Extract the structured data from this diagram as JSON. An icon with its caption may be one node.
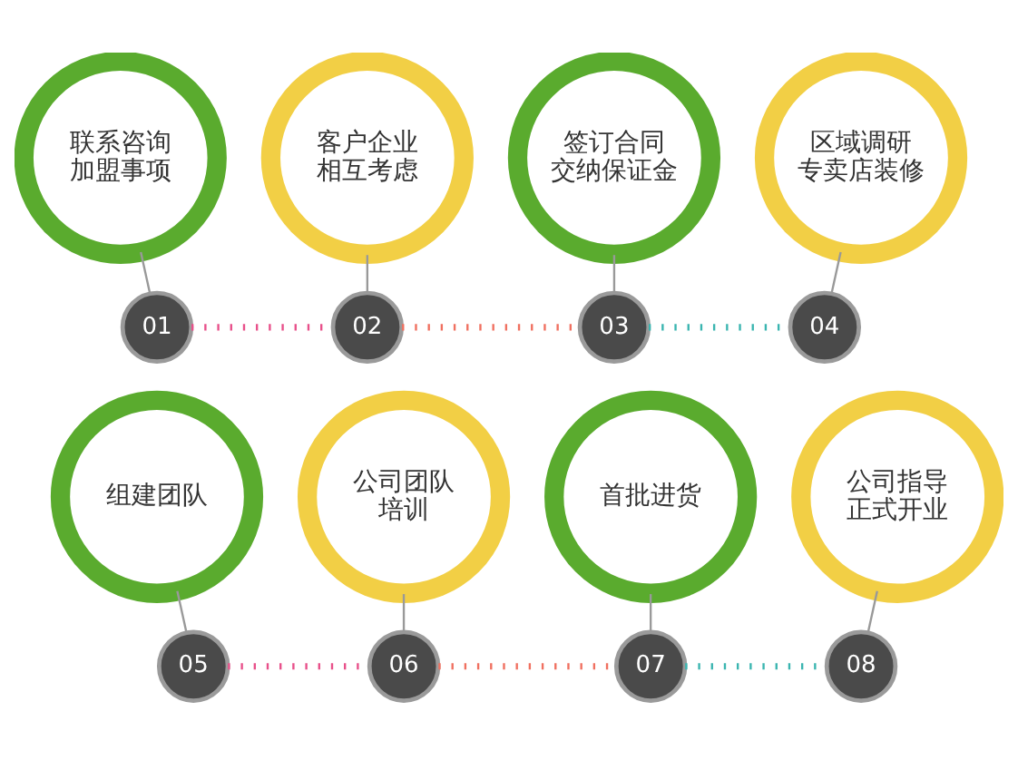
{
  "diagram": {
    "nodes": [
      {
        "text": [
          "联系咨询加盟事项"
        ]
      },
      {
        "text": [
          "客户企业相互考虑"
        ]
      },
      {
        "text": [
          "签订合同交纳保证金"
        ]
      },
      {
        "text": [
          "区域调研专卖店装修"
        ]
      },
      {
        "text": [
          "01"
        ]
      },
      {
        "text": [
          "02"
        ]
      },
      {
        "text": [
          "03"
        ]
      },
      {
        "text": [
          "04"
        ]
      },
      {
        "text": [
          "组建团队"
        ]
      },
      {
        "text": [
          "公司团队培训"
        ]
      },
      {
        "text": [
          "首批进货"
        ]
      },
      {
        "text": [
          "公司指导正式开业"
        ]
      },
      {
        "text": [
          "05"
        ]
      },
      {
        "text": [
          "06"
        ]
      },
      {
        "text": [
          "07"
        ]
      },
      {
        "text": [
          "08"
        ]
      }
    ],
    "edges": [
      {
        "from": 0,
        "to": 4,
        "arrow": "none"
      },
      {
        "from": 1,
        "to": 5,
        "arrow": "none"
      },
      {
        "from": 2,
        "to": 6,
        "arrow": "none"
      },
      {
        "from": 3,
        "to": 7,
        "arrow": "none"
      },
      {
        "from": 4,
        "to": 5,
        "arrow": "none",
        "style": "dashed",
        "color": "#e8508a"
      },
      {
        "from": 5,
        "to": 6,
        "arrow": "none",
        "style": "dashed",
        "color": "#f07060"
      },
      {
        "from": 6,
        "to": 7,
        "arrow": "none",
        "style": "dashed",
        "color": "#3ab5b0"
      },
      {
        "from": 8,
        "to": 12,
        "arrow": "none"
      },
      {
        "from": 9,
        "to": 13,
        "arrow": "none"
      },
      {
        "from": 10,
        "to": 14,
        "arrow": "none"
      },
      {
        "from": 11,
        "to": 15,
        "arrow": "none"
      },
      {
        "from": 12,
        "to": 13,
        "arrow": "none",
        "style": "dashed",
        "color": "#e8508a"
      },
      {
        "from": 13,
        "to": 14,
        "arrow": "none",
        "style": "dashed",
        "color": "#f07060"
      },
      {
        "from": 14,
        "to": 15,
        "arrow": "none",
        "style": "dashed",
        "color": "#3ab5b0"
      }
    ]
  }
}
